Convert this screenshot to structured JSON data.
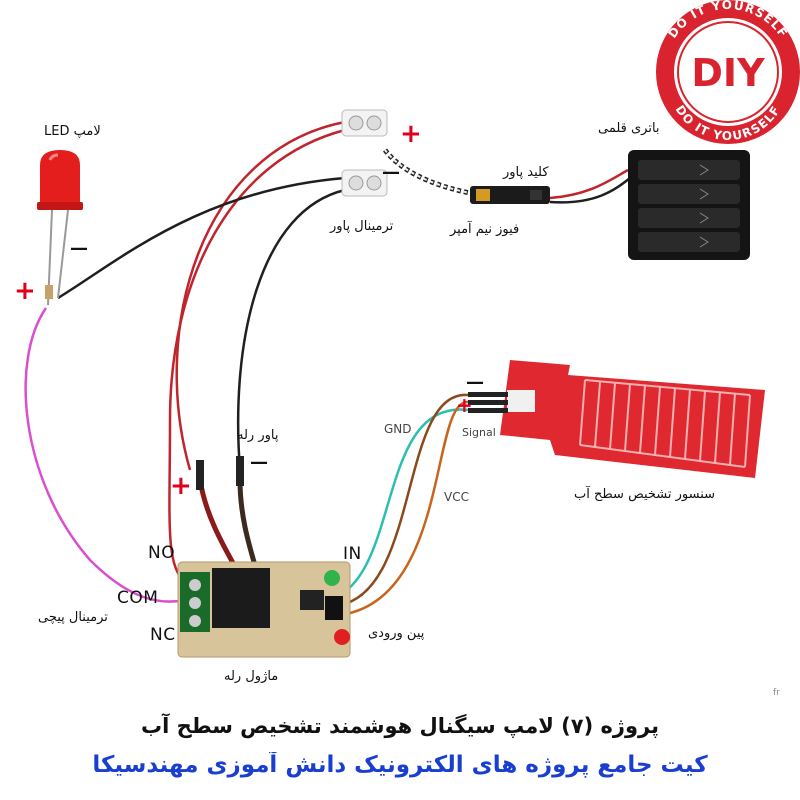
{
  "badge": {
    "text": "DIY",
    "ring_text": "DO IT YOURSELF",
    "color": "#d9232e"
  },
  "labels": {
    "led_lamp": "لامپ LED",
    "battery": "باتری قلمی",
    "power_key": "کلید پاور",
    "power_terminal": "ترمینال پاور",
    "fuse": "فیوز نیم آمپر",
    "relay_power": "پاور رله",
    "twist_terminal": "ترمینال پیچی",
    "relay_module": "ماژول رله",
    "input_pins": "پین ورودی",
    "sensor": "سنسور تشخیص  سطح آب",
    "no": "NO",
    "com": "COM",
    "nc": "NC",
    "in": "IN",
    "gnd": "GND",
    "vcc": "VCC",
    "signal": "Signal",
    "watermark": "fr"
  },
  "signs": {
    "plus": "+",
    "minus": "—"
  },
  "footer": {
    "title": "پروژه (۷) لامپ سیگنال هوشمند تشخیص سطح آب",
    "subtitle": "کیت جامع پروژه های الکترونیک دانش آموزی مهندسیکا"
  },
  "colors": {
    "wire_red": "#c0242c",
    "wire_black": "#1f1f1f",
    "wire_pink": "#d94fd0",
    "wire_cyan": "#2bbfb0",
    "wire_brown": "#8a4a1c",
    "wire_orange": "#c8641e",
    "sensor_red": "#e02830",
    "pcb": "#d8c49a",
    "subtitle_blue": "#1a3fd0"
  }
}
